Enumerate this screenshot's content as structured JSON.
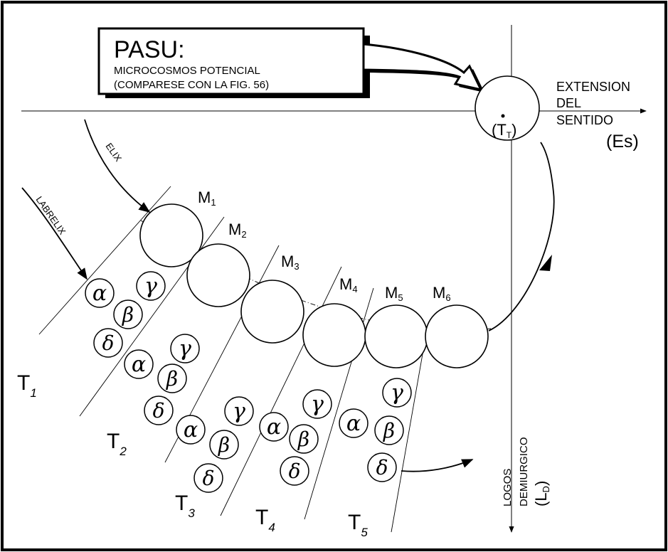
{
  "callout": {
    "title": "PASU:",
    "line1": "MICROCOSMOS POTENCIAL",
    "line2": "(COMPARESE CON LA FIG. 56)"
  },
  "center": {
    "label": "(T",
    "sub": "T",
    "close": ")"
  },
  "axis_h": {
    "line1": "EXTENSION",
    "line2": "DEL",
    "line3": "SENTIDO",
    "abbr": "(Es)"
  },
  "axis_v": {
    "line1": "LOGOS",
    "line2": "DEMIURGICO",
    "abbr_open": "(L",
    "abbr_sub": "D",
    "abbr_close": ")"
  },
  "arrows": {
    "elix": "ELIX",
    "labrelix": "LABRELIX"
  },
  "monads": [
    {
      "letter": "M",
      "sub": "1"
    },
    {
      "letter": "M",
      "sub": "2"
    },
    {
      "letter": "M",
      "sub": "3"
    },
    {
      "letter": "M",
      "sub": "4"
    },
    {
      "letter": "M",
      "sub": "5"
    },
    {
      "letter": "M",
      "sub": "6"
    }
  ],
  "times": [
    {
      "letter": "T",
      "sub": "1"
    },
    {
      "letter": "T",
      "sub": "2"
    },
    {
      "letter": "T",
      "sub": "3"
    },
    {
      "letter": "T",
      "sub": "4"
    },
    {
      "letter": "T",
      "sub": "5"
    }
  ],
  "greek": {
    "alpha": "α",
    "beta": "β",
    "gamma": "γ",
    "delta": "δ"
  }
}
